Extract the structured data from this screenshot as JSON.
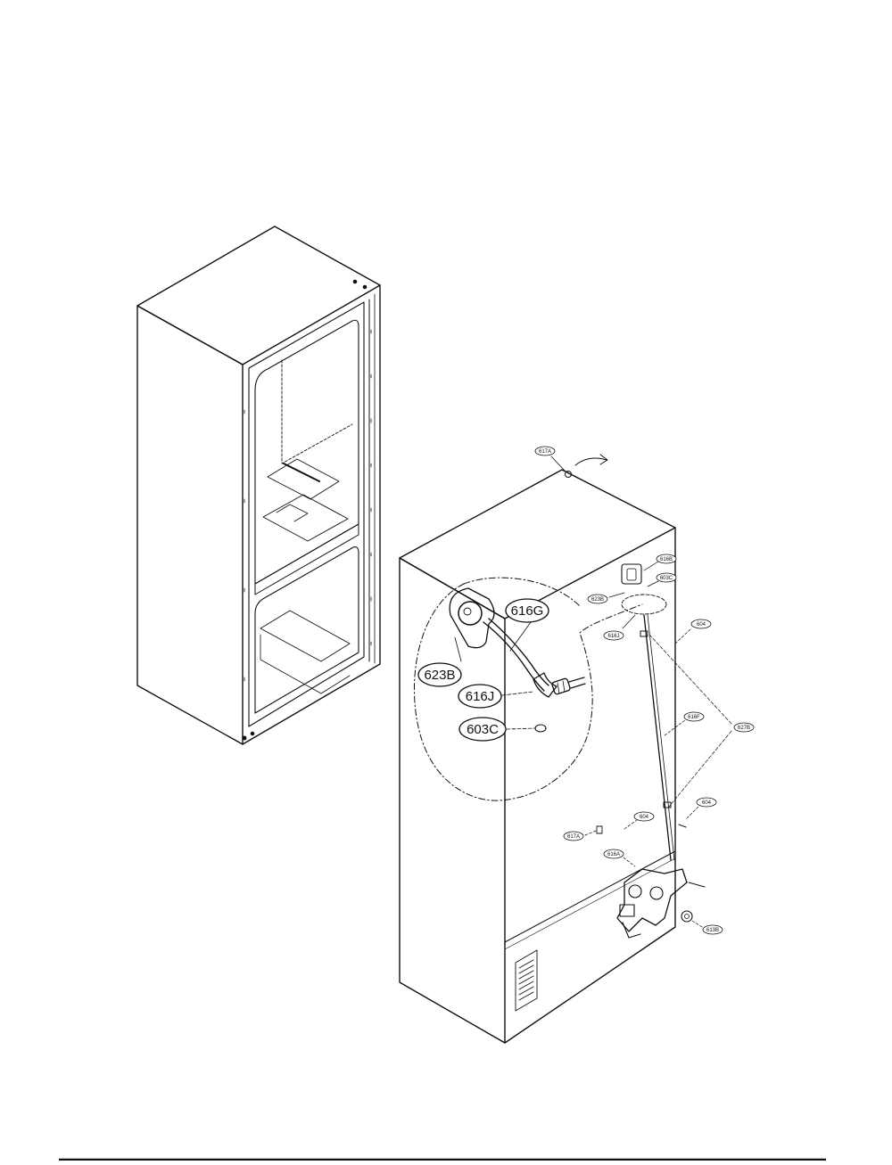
{
  "diagram": {
    "callouts_detail": {
      "c616g": "616G",
      "c623b": "623B",
      "c616j": "616J",
      "c603c": "603C"
    },
    "callouts_main": {
      "c617a_top": "617A",
      "c616b": "616B",
      "c603c": "603C",
      "c623b": "623B",
      "c616j": "616J",
      "c604_upper": "604",
      "c616f": "616F",
      "c627b": "627B",
      "c604_lower": "604",
      "c604_mid": "604",
      "c617a_left": "617A",
      "c616a": "616A",
      "c613b": "613B"
    }
  },
  "colors": {
    "line": "#111111",
    "background": "#ffffff"
  }
}
